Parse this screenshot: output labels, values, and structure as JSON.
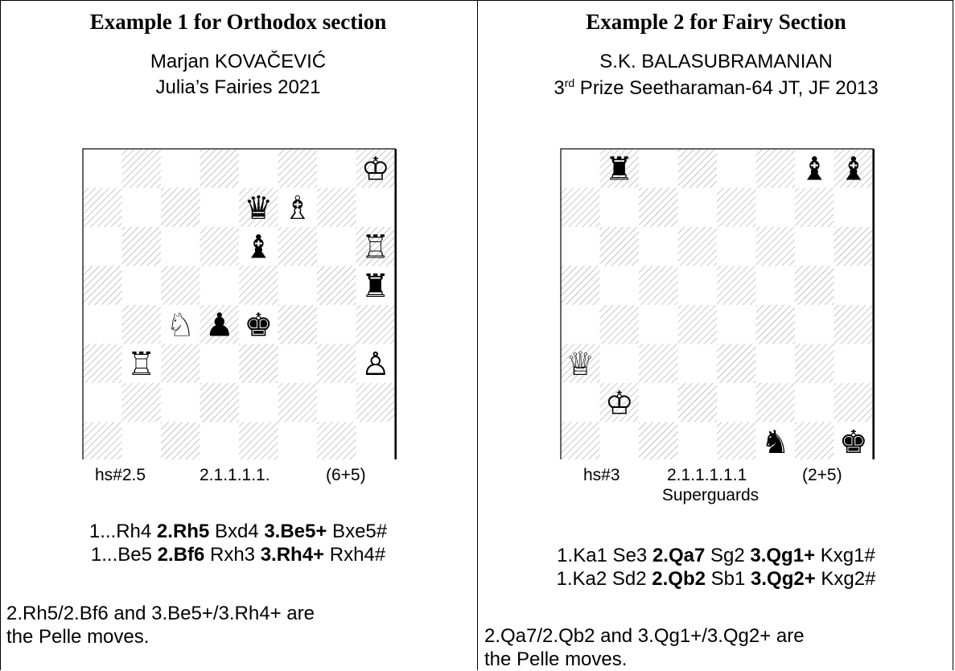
{
  "left": {
    "heading": "Example 1 for Orthodox section",
    "author": "Marjan KOVAČEVIĆ",
    "source": "Julia’s Fairies 2021",
    "board": {
      "pieces": [
        {
          "sq": "h8",
          "color": "white",
          "type": "king",
          "symbol": "♔"
        },
        {
          "sq": "e7",
          "color": "black",
          "type": "queen",
          "symbol": "♛"
        },
        {
          "sq": "f7",
          "color": "white",
          "type": "bishop",
          "symbol": "♗"
        },
        {
          "sq": "e6",
          "color": "black",
          "type": "bishop",
          "symbol": "♝"
        },
        {
          "sq": "h6",
          "color": "white",
          "type": "rook",
          "symbol": "♖"
        },
        {
          "sq": "h5",
          "color": "black",
          "type": "rook",
          "symbol": "♜"
        },
        {
          "sq": "c4",
          "color": "white",
          "type": "knight",
          "symbol": "♘"
        },
        {
          "sq": "d4",
          "color": "black",
          "type": "pawn",
          "symbol": "♟"
        },
        {
          "sq": "e4",
          "color": "black",
          "type": "king",
          "symbol": "♚"
        },
        {
          "sq": "b3",
          "color": "white",
          "type": "rook",
          "symbol": "♖"
        },
        {
          "sq": "h3",
          "color": "white",
          "type": "pawn",
          "symbol": "♙"
        }
      ]
    },
    "stipulation": "hs#2.5",
    "solutions_count": "2.1.1.1.1.",
    "piece_count": "(6+5)",
    "solution_lines": [
      [
        "1...Rh4 ",
        "2.Rh5",
        " Bxd4 ",
        "3.Be5+",
        " Bxe5#"
      ],
      [
        "1...Be5 ",
        "2.Bf6",
        " Rxh3 ",
        "3.Rh4+",
        " Rxh4#"
      ]
    ],
    "note": "2.Rh5/2.Bf6 and 3.Be5+/3.Rh4+ are the Pelle moves."
  },
  "right": {
    "heading": "Example 2 for Fairy Section",
    "author": "S.K. BALASUBRAMANIAN",
    "source_ordinal": "3",
    "source_suffix": "rd",
    "source_rest": " Prize Seetharaman-64 JT, JF 2013",
    "board": {
      "pieces": [
        {
          "sq": "b8",
          "color": "black",
          "type": "rook",
          "symbol": "♜"
        },
        {
          "sq": "g8",
          "color": "black",
          "type": "bishop",
          "symbol": "♝"
        },
        {
          "sq": "h8",
          "color": "black",
          "type": "bishop",
          "symbol": "♝"
        },
        {
          "sq": "a3",
          "color": "white",
          "type": "queen",
          "symbol": "♕"
        },
        {
          "sq": "b2",
          "color": "white",
          "type": "king",
          "symbol": "♔"
        },
        {
          "sq": "f1",
          "color": "black",
          "type": "knight",
          "symbol": "♞"
        },
        {
          "sq": "h1",
          "color": "black",
          "type": "king",
          "symbol": "♚"
        }
      ]
    },
    "stipulation": "hs#3",
    "solutions_count": "2.1.1.1.1.1",
    "piece_count": "(2+5)",
    "condition": "Superguards",
    "solution_lines": [
      [
        "1.Ka1 Se3 ",
        "2.Qa7",
        " Sg2 ",
        "3.Qg1+",
        " Kxg1#"
      ],
      [
        "1.Ka2 Sd2 ",
        "2.Qb2",
        " Sb1 ",
        "3.Qg2+",
        " Kxg2#"
      ]
    ],
    "note": "2.Qa7/2.Qb2 and 3.Qg1+/3.Qg2+ are the Pelle moves."
  }
}
